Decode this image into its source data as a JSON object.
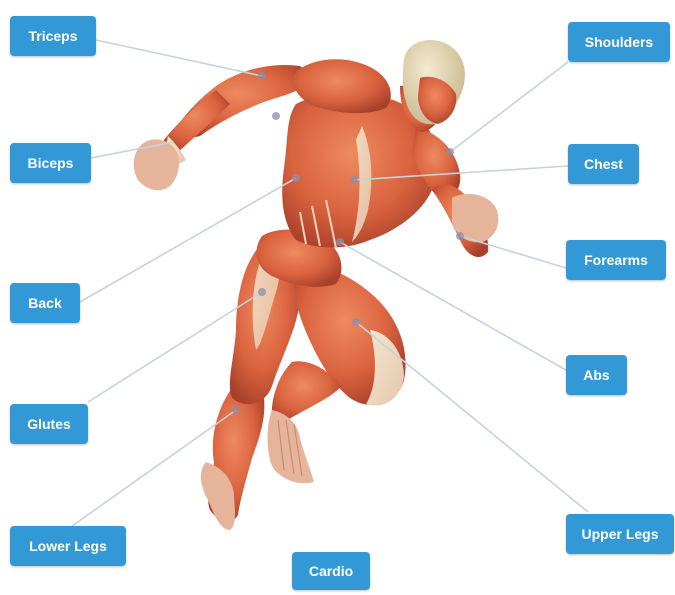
{
  "buttons": {
    "triceps": "Triceps",
    "biceps": "Biceps",
    "back": "Back",
    "glutes": "Glutes",
    "lower_legs": "Lower Legs",
    "cardio": "Cardio",
    "shoulders": "Shoulders",
    "chest": "Chest",
    "forearms": "Forearms",
    "abs": "Abs",
    "upper_legs": "Upper Legs"
  },
  "colors": {
    "button": "#3399d6",
    "leader_line": "#c7d2db",
    "muscle": "#d9623f",
    "tendon": "#f2dcc2",
    "skull": "#e8dcb8"
  }
}
